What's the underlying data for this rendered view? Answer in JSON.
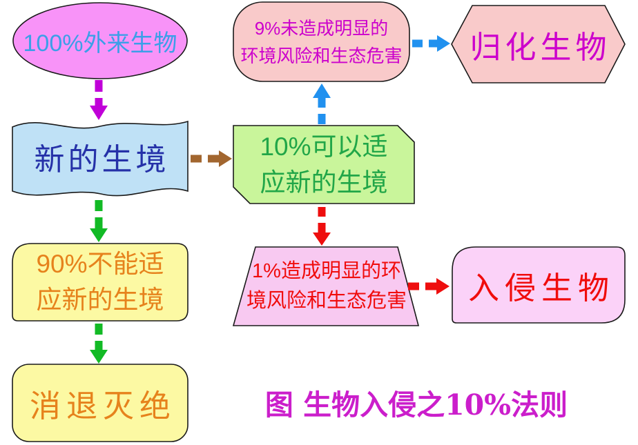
{
  "diagram": {
    "caption": "图 生物入侵之10%法则",
    "caption_color": "#cb1ecb",
    "border_color": "#1a1a1a",
    "nodes": {
      "origin": {
        "label": "100%外来生物",
        "shape": "ellipse",
        "fill": "#f893f8",
        "text_color": "#3b9fe8"
      },
      "no_harm": {
        "line1": "9%未造成明显的",
        "line2": "环境风险和生态危害",
        "shape": "rounded-rect",
        "fill": "#f9caca",
        "text_color": "#cc00cc"
      },
      "naturalized": {
        "label": "归化生物",
        "shape": "hexagon",
        "fill": "#f9caca",
        "text_color": "#cc00cc"
      },
      "new_habitat": {
        "label": "新的生境",
        "shape": "wavy-tape",
        "fill": "#bfe1f6",
        "text_color": "#2531a8"
      },
      "adapt": {
        "line1": "10%可以适",
        "line2": "应新的生境",
        "shape": "snip-corner-rect",
        "fill": "#c9f59b",
        "text_color": "#21a648"
      },
      "not_adapt": {
        "line1": "90%不能适",
        "line2": "应新的生境",
        "shape": "rounded-rect",
        "fill": "#fcf9a3",
        "text_color": "#e6821c"
      },
      "harm": {
        "line1": "1%造成明显的环",
        "line2": "境风险和生态危害",
        "shape": "trapezoid",
        "fill": "#f8c9f1",
        "text_color": "#f00c0c"
      },
      "invasive": {
        "label": "入侵生物",
        "shape": "rounded-rect",
        "fill": "#fbd2f8",
        "text_color": "#f00c0c"
      },
      "extinct": {
        "label": "消退灭绝",
        "shape": "rounded-rect",
        "fill": "#fcf9a3",
        "text_color": "#e6821c"
      }
    },
    "arrows": {
      "origin_to_habitat": {
        "style": "dashed",
        "color": "#c000d8"
      },
      "habitat_to_adapt": {
        "style": "dashed",
        "color": "#a2662f"
      },
      "adapt_to_no_harm": {
        "style": "dashed",
        "color": "#2191ef"
      },
      "no_harm_to_naturalized": {
        "style": "dashed",
        "color": "#2191ef"
      },
      "habitat_to_not_adapt": {
        "style": "dashed",
        "color": "#12ba25"
      },
      "not_adapt_to_extinct": {
        "style": "dashed",
        "color": "#12ba25"
      },
      "adapt_to_harm": {
        "style": "dashed",
        "color": "#ee0e0e"
      },
      "harm_to_invasive": {
        "style": "dashed",
        "color": "#ee0e0e"
      }
    }
  }
}
